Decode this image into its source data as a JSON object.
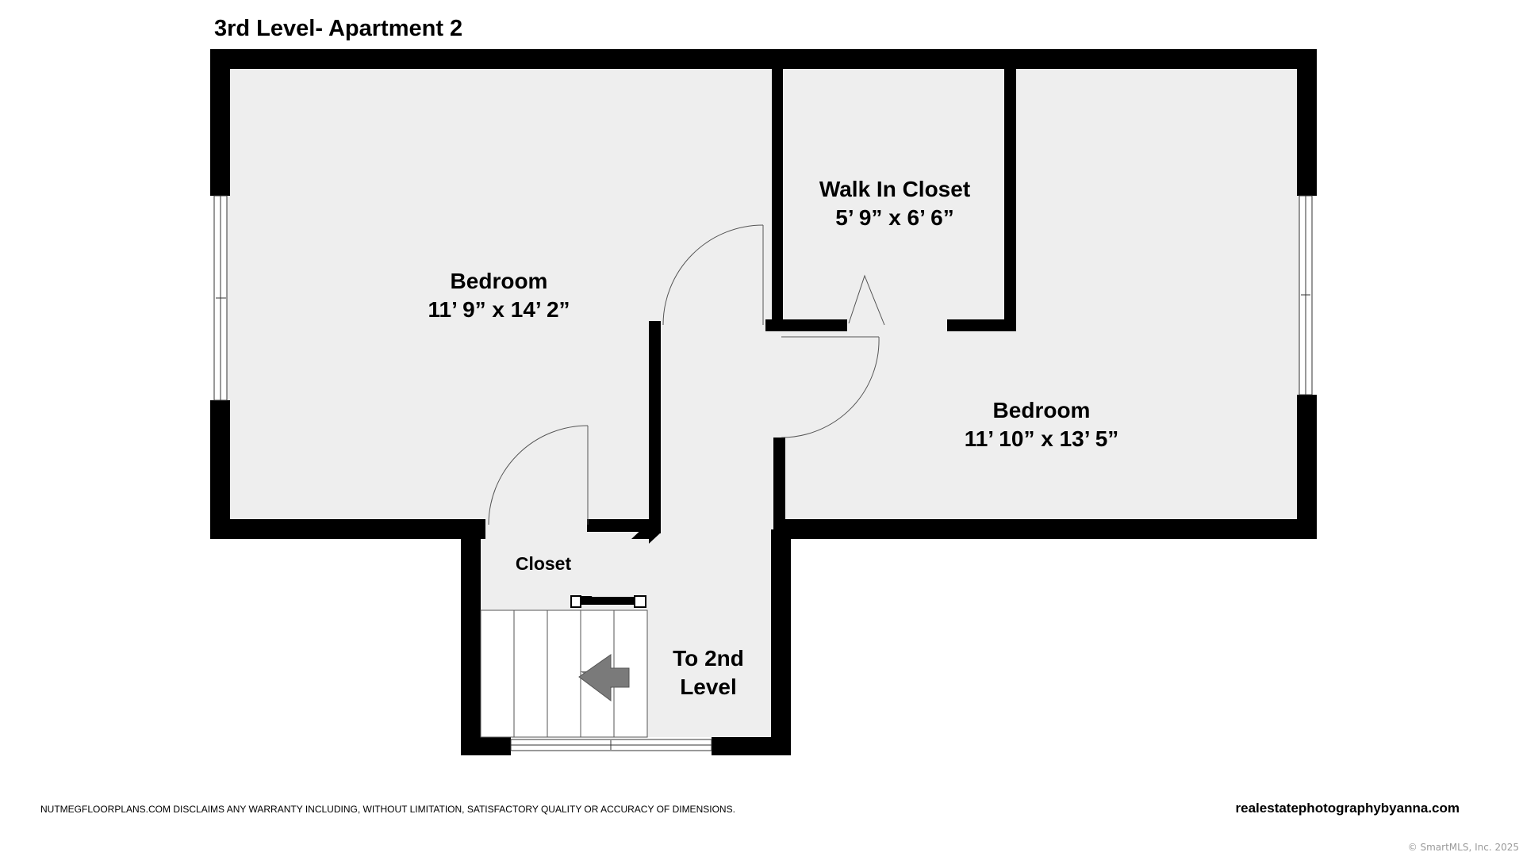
{
  "title": "3rd Level- Apartment 2",
  "rooms": {
    "bedroom_left": {
      "name": "Bedroom",
      "dims": "11’ 9” x 14’ 2”"
    },
    "walk_in_closet": {
      "name": "Walk In Closet",
      "dims": "5’ 9” x 6’ 6”"
    },
    "bedroom_right": {
      "name": "Bedroom",
      "dims": "11’ 10” x 13’ 5”"
    },
    "closet": {
      "name": "Closet"
    },
    "stairs": {
      "line1": "To 2nd",
      "line2": "Level"
    }
  },
  "footer": {
    "disclaimer": "NUTMEGFLOORPLANS.COM DISCLAIMS ANY WARRANTY INCLUDING, WITHOUT LIMITATION, SATISFACTORY QUALITY OR ACCURACY OF DIMENSIONS.",
    "website": "realestatephotographybyanna.com",
    "copyright": "© SmartMLS, Inc. 2025"
  },
  "colors": {
    "wall": "#000000",
    "floor": "#eeeeee",
    "arrow": "#7a7a7a"
  }
}
